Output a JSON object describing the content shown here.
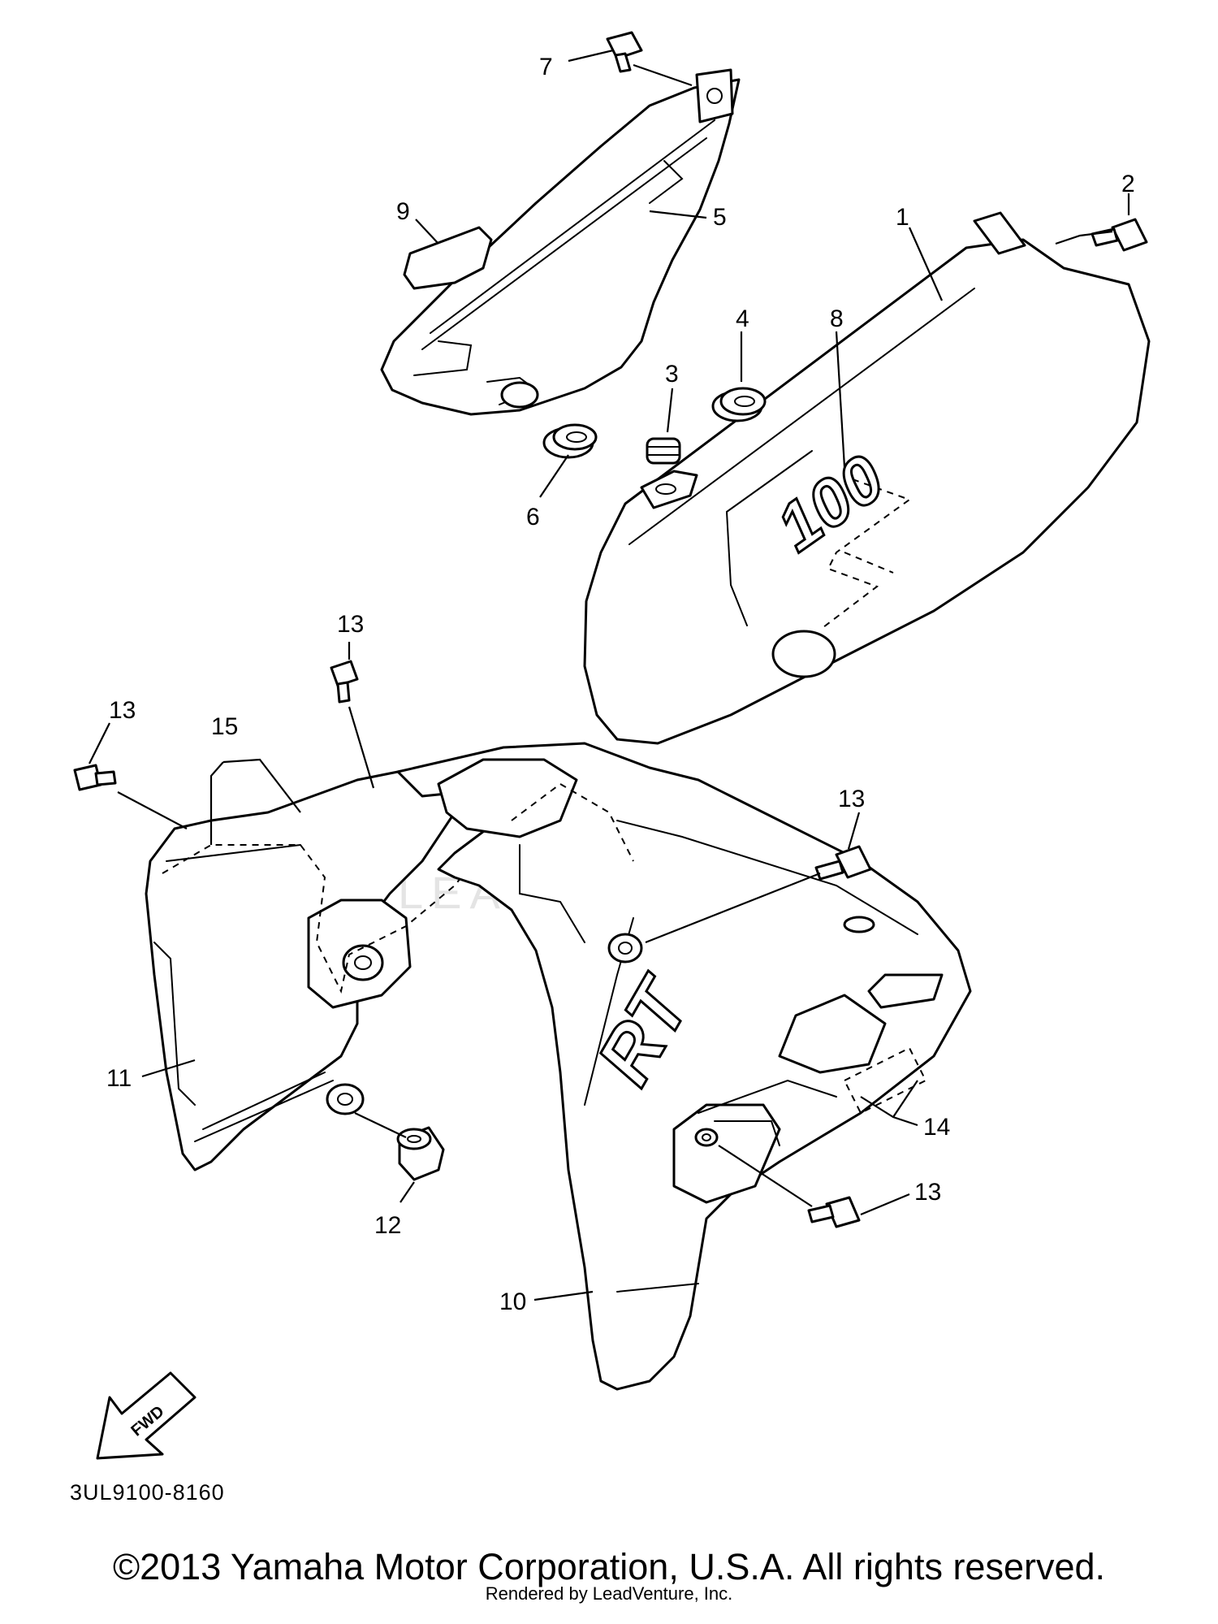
{
  "diagram": {
    "code": "3UL9100-8160",
    "copyright": "©2013 Yamaha Motor Corporation, U.S.A. All rights reserved.",
    "rendered_by": "Rendered by LeadVenture, Inc.",
    "watermark": "LEADVENTURE",
    "fwd_label": "FWD",
    "emblem_100": "100",
    "emblem_rt": "RT",
    "callouts": {
      "c1": "1",
      "c2": "2",
      "c3": "3",
      "c4": "4",
      "c5": "5",
      "c6": "6",
      "c7": "7",
      "c8": "8",
      "c9": "9",
      "c10": "10",
      "c11": "11",
      "c12": "12",
      "c13a": "13",
      "c13b": "13",
      "c13c": "13",
      "c13d": "13",
      "c14": "14",
      "c15": "15"
    }
  }
}
